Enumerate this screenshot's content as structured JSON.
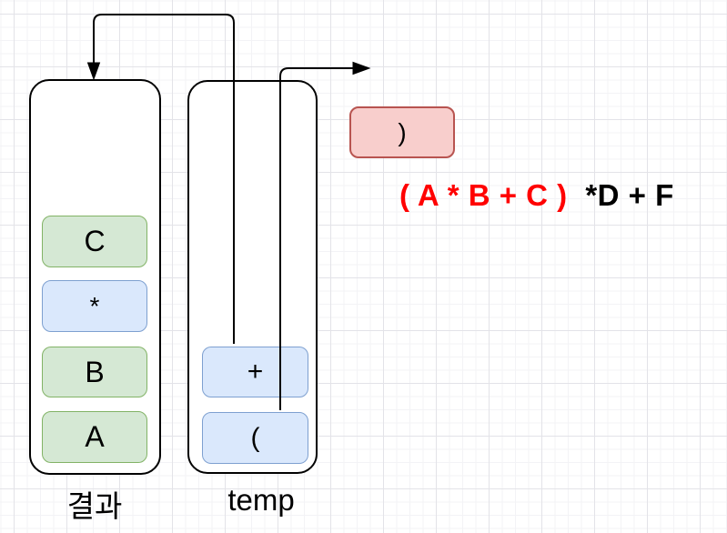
{
  "diagram": {
    "title_hint": "infix to postfix stack conversion step",
    "result_stack": {
      "label": "결과",
      "items": [
        {
          "text": "C",
          "type": "operand"
        },
        {
          "text": "*",
          "type": "operator"
        },
        {
          "text": "B",
          "type": "operand"
        },
        {
          "text": "A",
          "type": "operand"
        }
      ]
    },
    "temp_stack": {
      "label": "temp",
      "items": [
        {
          "text": "+",
          "type": "operator"
        },
        {
          "text": "(",
          "type": "parenthesis"
        }
      ]
    },
    "current_token": {
      "text": ")"
    },
    "expression": {
      "processed": "( A * B + C )",
      "remaining": "*D + F"
    },
    "colors": {
      "operand_fill": "#d5e8d4",
      "operand_border": "#82b366",
      "operator_fill": "#dae8fc",
      "operator_border": "#7ea0d0",
      "token_fill": "#f8cecc",
      "token_border": "#b85450",
      "processed_text": "#ff0000",
      "remaining_text": "#000000",
      "line_color": "#000000"
    }
  }
}
